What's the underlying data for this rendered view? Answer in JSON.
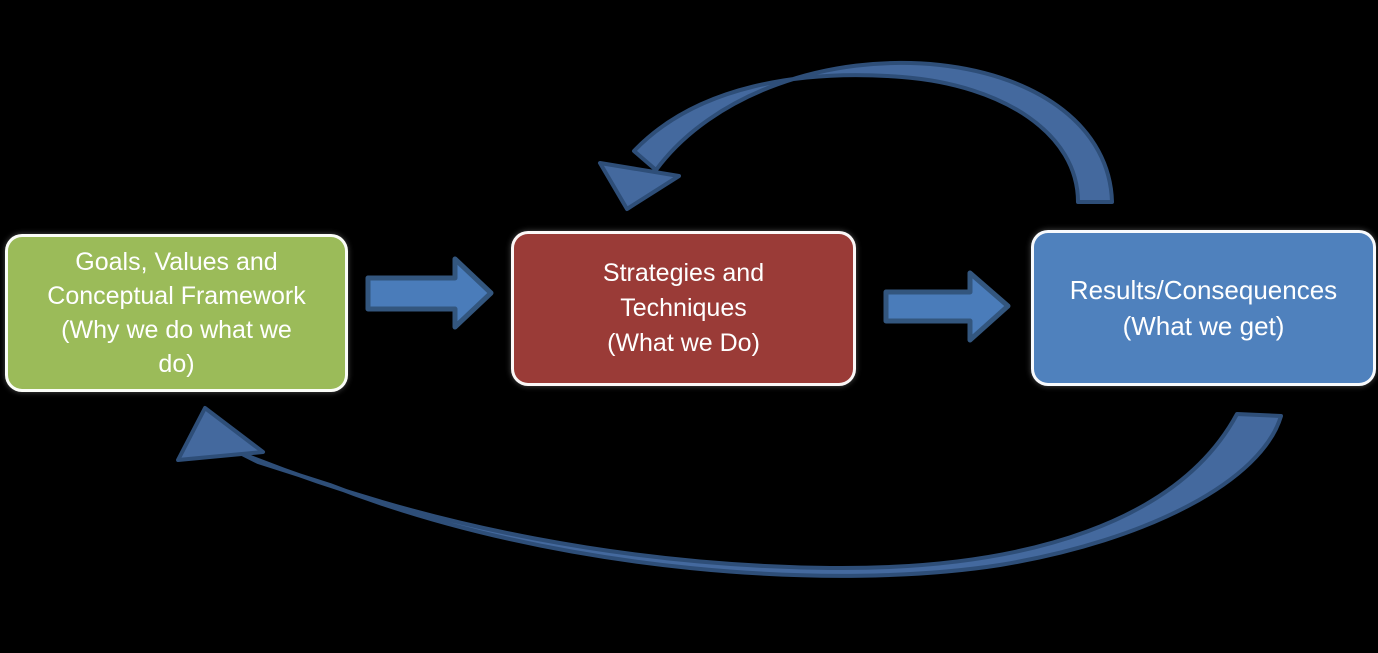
{
  "diagram": {
    "background": "#000000",
    "boxes": [
      {
        "id": "goals",
        "fill": "#9BBB59",
        "text_color": "#FFFFFF",
        "lines": [
          "Goals, Values and",
          "Conceptual Framework",
          "(Why we do what we",
          "do)"
        ]
      },
      {
        "id": "strategies",
        "fill": "#9A3B37",
        "text_color": "#FFFFFF",
        "lines": [
          "Strategies and",
          "Techniques",
          "(What we Do)"
        ]
      },
      {
        "id": "results",
        "fill": "#4F81BD",
        "text_color": "#FFFFFF",
        "lines": [
          "Results/Consequences",
          "(What we get)"
        ]
      }
    ],
    "arrows": {
      "straight": {
        "fill": "#4A7CBA",
        "stroke": "#33567E"
      },
      "curved": {
        "fill": "#44699E",
        "stroke": "#2E4E78"
      }
    }
  }
}
